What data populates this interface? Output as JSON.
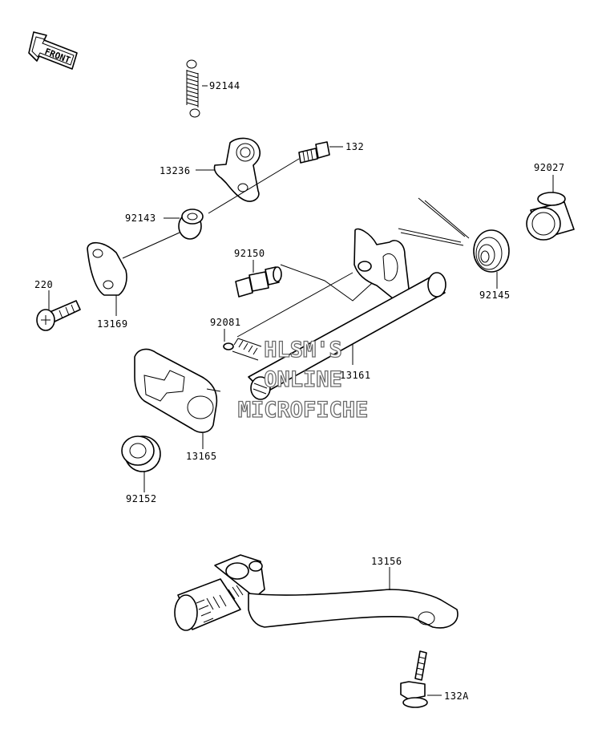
{
  "front_marker": {
    "text": "FRONT"
  },
  "watermark": {
    "lines": [
      "HLSM'S",
      "ONLINE",
      "MICROFICHE"
    ],
    "color": "#6a6a6a"
  },
  "parts": [
    {
      "id": "p92144",
      "label": "92144",
      "name": "spring"
    },
    {
      "id": "p13236",
      "label": "13236",
      "name": "shift-lever-arm"
    },
    {
      "id": "p132",
      "label": "132",
      "name": "bolt"
    },
    {
      "id": "p92143",
      "label": "92143",
      "name": "collar"
    },
    {
      "id": "p92027",
      "label": "92027",
      "name": "bushing"
    },
    {
      "id": "p92150",
      "label": "92150",
      "name": "pin-bolt"
    },
    {
      "id": "p220",
      "label": "220",
      "name": "screw"
    },
    {
      "id": "p13169",
      "label": "13169",
      "name": "plate"
    },
    {
      "id": "p92145",
      "label": "92145",
      "name": "torsion-spring"
    },
    {
      "id": "p92081",
      "label": "92081",
      "name": "spring"
    },
    {
      "id": "p13161",
      "label": "13161",
      "name": "shift-shaft"
    },
    {
      "id": "p13165",
      "label": "13165",
      "name": "shift-plate"
    },
    {
      "id": "p92152",
      "label": "92152",
      "name": "washer"
    },
    {
      "id": "p13156",
      "label": "13156",
      "name": "shift-pedal"
    },
    {
      "id": "p132A",
      "label": "132A",
      "name": "bolt"
    }
  ]
}
